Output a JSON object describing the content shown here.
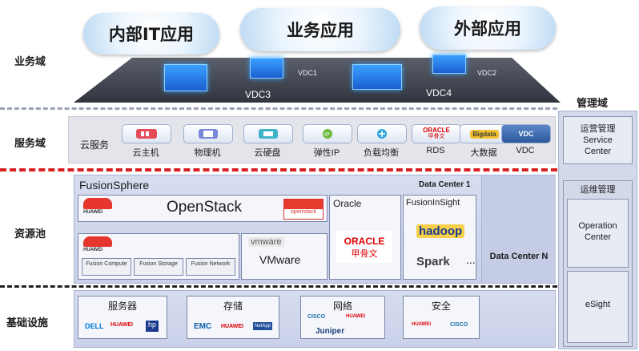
{
  "domains": {
    "business": "业务域",
    "service": "服务域",
    "resource": "资源池",
    "infra": "基础设施",
    "management": "管理域"
  },
  "clouds": [
    "内部IT应用",
    "业务应用",
    "外部应用"
  ],
  "vdcs": {
    "vdc1": "VDC1",
    "vdc2": "VDC2",
    "vdc3": "VDC3",
    "vdc4": "VDC4"
  },
  "service": {
    "cloud_service": "云服务",
    "items": [
      "云主机",
      "物理机",
      "云硬盘",
      "弹性IP",
      "负载均衡",
      "RDS",
      "大数据",
      "VDC"
    ],
    "icon_labels": {
      "oracle": "ORACLE",
      "sub": "甲骨文",
      "bigdata": "Bigdata",
      "vdc": "VDC"
    }
  },
  "resource": {
    "fusionsphere": "FusionSphere",
    "datacenter1": "Data Center 1",
    "openstack": "OpenStack",
    "openstack_logo": "openstack",
    "huawei": "HUAWEI",
    "fusion_compute": "Fusion Compute",
    "fusion_storage": "Fusion Storage",
    "fusion_network": "Fusion Network",
    "vmware_logo": "vmware",
    "vmware": "VMware",
    "oracle": "Oracle",
    "oracle_logo": "ORACLE",
    "oracle_cn": "甲骨文",
    "fusioninsight": "FusionInSight",
    "hadoop": "hadoop",
    "spark": "Spark",
    "ellipsis": "...",
    "datacenter_n": "Data Center N"
  },
  "infra": {
    "servers": "服务器",
    "storage": "存储",
    "network": "网络",
    "security": "安全",
    "logos": {
      "dell": "DELL",
      "huawei": "HUAWEI",
      "hp": "hp",
      "emc": "EMC",
      "netapp": "NetApp",
      "cisco": "CISCO",
      "juniper": "Juniper"
    }
  },
  "management": {
    "ops": "运营管理",
    "service_center": "Service Center",
    "maint": "运维管理",
    "operation_center": "Operation Center",
    "esight": "eSight"
  }
}
